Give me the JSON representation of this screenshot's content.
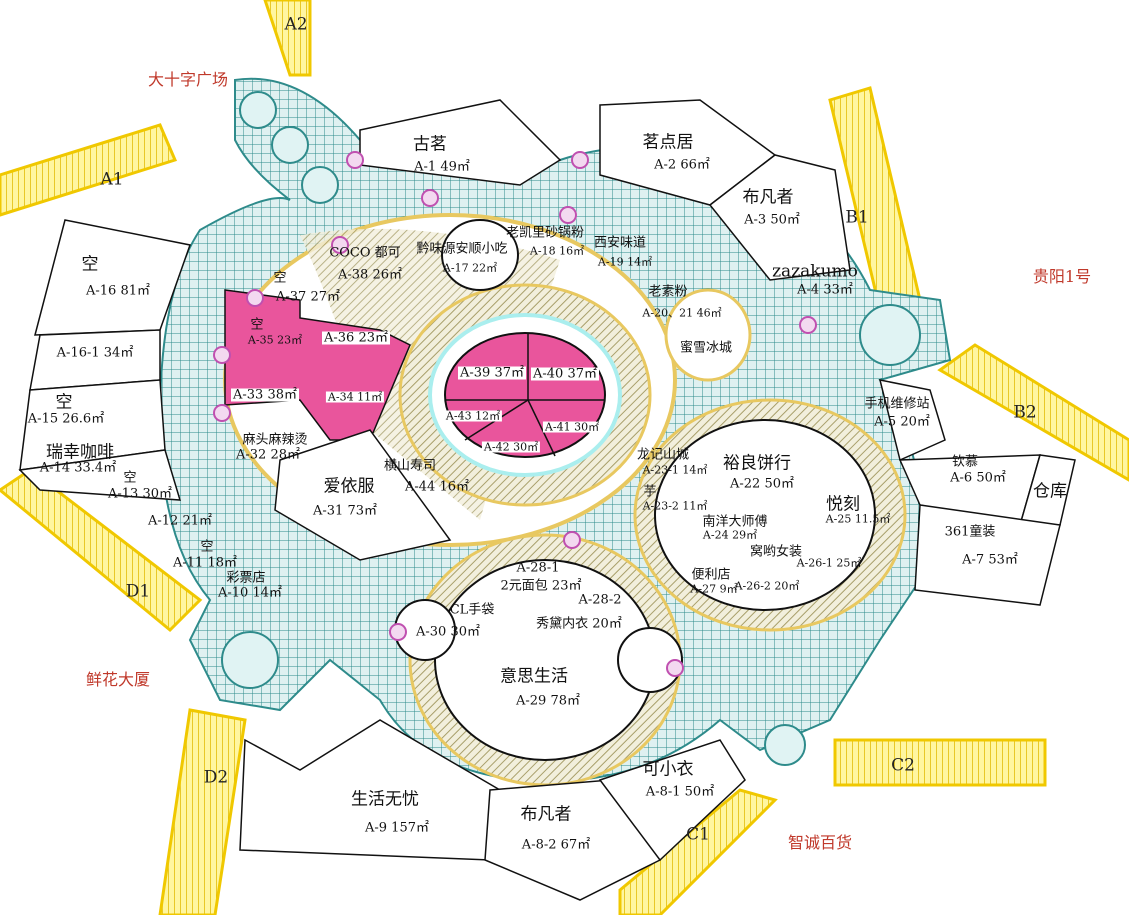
{
  "landmarks": {
    "north_west": "大十字广场",
    "east": "贵阳1号",
    "south_west": "鲜花大厦",
    "south_east": "智诚百货"
  },
  "exits": [
    "A1",
    "A2",
    "B1",
    "B2",
    "C1",
    "C2",
    "D1",
    "D2"
  ],
  "colors": {
    "plaza_grid": "#2e8b8b",
    "plaza_fill": "#d8efef",
    "stairs": "#ffe600",
    "highlight_units": "#e9559c",
    "hatch": "#a89f6a",
    "landmark_text": "#c0392b"
  },
  "units": {
    "a1": {
      "name": "古茗",
      "code": "A-1 49㎡"
    },
    "a2": {
      "name": "茗点居",
      "code": "A-2 66㎡"
    },
    "a3": {
      "name": "布凡者",
      "code": "A-3 50㎡"
    },
    "a4": {
      "name": "zazakumo",
      "code": "A-4 33㎡"
    },
    "a5": {
      "name": "手机维修站",
      "code": "A-5 20㎡"
    },
    "a6": {
      "name": "钦慕",
      "code": "A-6 50㎡"
    },
    "storage": {
      "name": "仓库"
    },
    "a7": {
      "name": "361童装",
      "code": "A-7 53㎡"
    },
    "a8_1": {
      "name": "可小衣",
      "code": "A-8-1 50㎡"
    },
    "a8_2": {
      "name": "布凡者",
      "code": "A-8-2 67㎡"
    },
    "a9": {
      "name": "生活无忧",
      "code": "A-9 157㎡"
    },
    "a10": {
      "name": "彩票店",
      "code": "A-10 14㎡"
    },
    "a11": {
      "name": "空",
      "code": "A-11 18㎡"
    },
    "a12": {
      "code": "A-12 21㎡"
    },
    "a13": {
      "name": "空",
      "code": "A-13 30㎡"
    },
    "a14": {
      "name": "瑞幸咖啡",
      "code": "A-14 33.4㎡"
    },
    "a15": {
      "name": "空",
      "code": "A-15 26.6㎡"
    },
    "a16_1": {
      "code": "A-16-1 34㎡"
    },
    "a16": {
      "name": "空",
      "code": "A-16 81㎡"
    },
    "a17": {
      "name": "黔味源安顺小吃",
      "code": "A-17 22㎡"
    },
    "a18": {
      "name": "老凯里砂锅粉",
      "code": "A-18 16㎡"
    },
    "a19": {
      "name": "西安味道",
      "code": "A-19 14㎡"
    },
    "a20": {
      "name": "老素粉",
      "code": "A-20、21 46㎡"
    },
    "mixue": {
      "name": "蜜雪冰城"
    },
    "a22": {
      "name": "裕良饼行",
      "code": "A-22 50㎡"
    },
    "a23_1": {
      "name": "龙记山城",
      "code": "A-23-1 14㎡"
    },
    "a23_2": {
      "name": "芋",
      "code": "A-23-2 11㎡"
    },
    "a24": {
      "name": "南洋大师傅",
      "code": "A-24 29㎡"
    },
    "a25": {
      "name": "悦刻",
      "code": "A-25 11.5㎡"
    },
    "a26": {
      "name": "窝哟女装",
      "code1": "A-26-1 25㎡",
      "code2": "A-26-2 20㎡"
    },
    "a27": {
      "name": "便利店",
      "code": "A-27 9㎡"
    },
    "a28": {
      "code1": "A-28-1",
      "name": "2元面包 23㎡",
      "code2": "A-28-2"
    },
    "xiudai": {
      "name": "秀黛内衣 20㎡"
    },
    "a29": {
      "name": "意思生活",
      "code": "A-29 78㎡"
    },
    "a30": {
      "name": "CL手袋",
      "code": "A-30 30㎡"
    },
    "a31": {
      "name": "爱依服",
      "code": "A-31 73㎡"
    },
    "a32": {
      "name": "麻头麻辣烫",
      "code": "A-32 28㎡"
    },
    "a33": {
      "code": "A-33 38㎡"
    },
    "a34": {
      "code": "A-34 11㎡"
    },
    "a35": {
      "name": "空",
      "code": "A-35 23㎡"
    },
    "a36": {
      "code": "A-36 23㎡"
    },
    "a37": {
      "name": "空",
      "code": "A-37 27㎡"
    },
    "a38": {
      "name": "COCO 都可",
      "code": "A-38 26㎡"
    },
    "a39": {
      "code": "A-39 37㎡"
    },
    "a40": {
      "code": "A-40 37㎡"
    },
    "a41": {
      "code": "A-41 30㎡"
    },
    "a42": {
      "code": "A-42 30㎡"
    },
    "a43": {
      "code": "A-43 12㎡"
    },
    "a44": {
      "name": "横山寿司",
      "code": "A-44 16㎡"
    }
  }
}
